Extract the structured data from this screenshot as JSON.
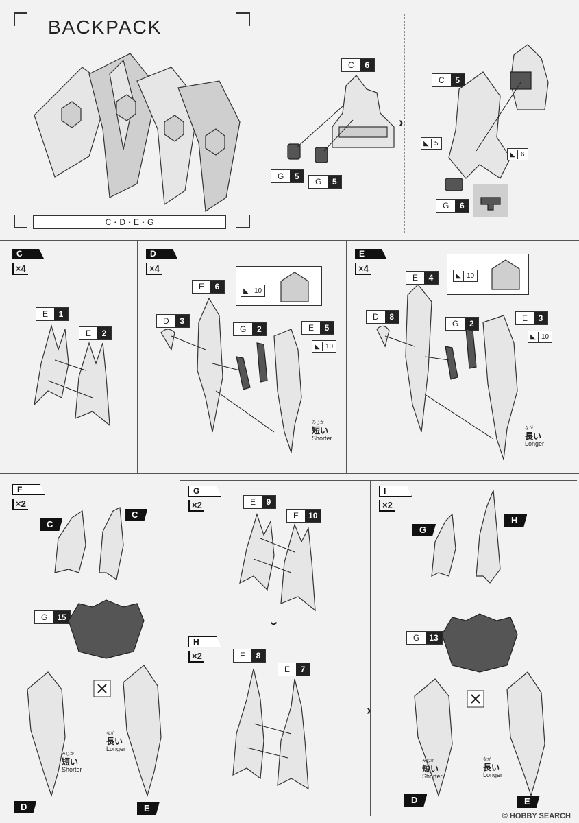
{
  "header": {
    "title": "BACKPACK",
    "parts_list": "C・D・E・G"
  },
  "tags": {
    "c6": {
      "letter": "C",
      "num": "6"
    },
    "g5a": {
      "letter": "G",
      "num": "5"
    },
    "g5b": {
      "letter": "G",
      "num": "5"
    },
    "c5": {
      "letter": "C",
      "num": "5"
    },
    "g6": {
      "letter": "G",
      "num": "6"
    },
    "e1": {
      "letter": "E",
      "num": "1"
    },
    "e2": {
      "letter": "E",
      "num": "2"
    },
    "e6": {
      "letter": "E",
      "num": "6"
    },
    "d3": {
      "letter": "D",
      "num": "3"
    },
    "g2a": {
      "letter": "G",
      "num": "2"
    },
    "e5": {
      "letter": "E",
      "num": "5"
    },
    "e4": {
      "letter": "E",
      "num": "4"
    },
    "d8": {
      "letter": "D",
      "num": "8"
    },
    "g2b": {
      "letter": "G",
      "num": "2"
    },
    "e3": {
      "letter": "E",
      "num": "3"
    },
    "g15": {
      "letter": "G",
      "num": "15"
    },
    "e9": {
      "letter": "E",
      "num": "9"
    },
    "e10": {
      "letter": "E",
      "num": "10"
    },
    "e8": {
      "letter": "E",
      "num": "8"
    },
    "e7": {
      "letter": "E",
      "num": "7"
    },
    "g13": {
      "letter": "G",
      "num": "13"
    }
  },
  "gates": {
    "g5": "5",
    "g6": "6",
    "g10a": "10",
    "g10b": "10",
    "g10c": "10",
    "g10d": "10"
  },
  "steps": {
    "c": {
      "label": "C",
      "mult": "×4"
    },
    "d": {
      "label": "D",
      "mult": "×4"
    },
    "e": {
      "label": "E",
      "mult": "×4"
    },
    "f": {
      "label": "F",
      "mult": "×2"
    },
    "g": {
      "label": "G",
      "mult": "×2"
    },
    "h": {
      "label": "H",
      "mult": "×2"
    },
    "i": {
      "label": "I",
      "mult": "×2"
    }
  },
  "refs": {
    "c1": "C",
    "c2": "C",
    "d": "D",
    "e": "E",
    "g": "G",
    "h": "H",
    "d2": "D",
    "e2": "E"
  },
  "length": {
    "shorter": {
      "ruby": "みじか",
      "jp": "短い",
      "en": "Shorter"
    },
    "longer": {
      "ruby": "なが",
      "jp": "長い",
      "en": "Longer"
    }
  },
  "watermark": "© HOBBY SEARCH"
}
